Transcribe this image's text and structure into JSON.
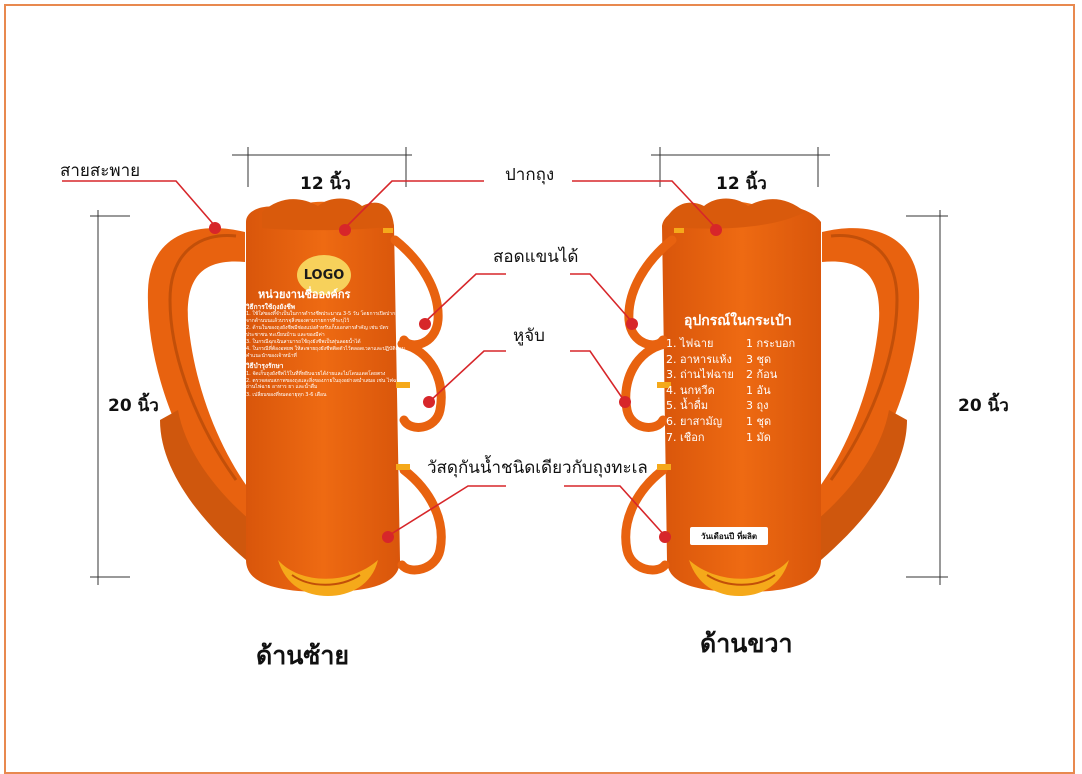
{
  "callouts": {
    "strap": "สายสะพาย",
    "mouth": "ปากถุง",
    "arm_loop": "สอดแขนได้",
    "clip_ear": "หูจับ",
    "material": "วัสดุกันน้ำชนิดเดียวกับถุงทะเล"
  },
  "dimensions": {
    "width_left": "12 นิ้ว",
    "width_right": "12 นิ้ว",
    "height_left": "20 นิ้ว",
    "height_right": "20 นิ้ว"
  },
  "sides": {
    "left": "ด้านซ้าย",
    "right": "ด้านขวา"
  },
  "left_bag": {
    "logo": "LOGO",
    "org_name": "หน่วยงานชื่อองค์กร",
    "section1_title": "วิธีการใช้ถุงยังชีพ",
    "section1_items": [
      "1. ใช้ใส่ของที่จำเป็นในการดำรงชีพประมาณ 3-5 วัน โดยการเปิดปากถุงจากด้านบนแล้วบรรจุสิ่งของตามรายการที่ระบุไว้",
      "2. ด้านในของถุงยังชีพมีช่องแบ่งสำหรับเก็บเอกสารสำคัญ เช่น บัตรประชาชน ทะเบียนบ้าน และของมีค่า",
      "3. ในกรณีฉุกเฉินสามารถใช้ถุงยังชีพเป็นทุ่นลอยน้ำได้",
      "4. ในกรณีที่ต้องอพยพ ให้สะพายถุงยังชีพติดตัวไว้ตลอดเวลาและปฏิบัติตามคำแนะนำของเจ้าหน้าที่"
    ],
    "section2_title": "วิธีบำรุงรักษา",
    "section2_items": [
      "1. จัดเก็บถุงยังชีพไว้ในที่ที่หยิบฉวยได้ง่ายและไม่โดนแดดโดยตรง",
      "2. ตรวจสอบสภาพของถุงและสิ่งของภายในถุงอย่างสม่ำเสมอ เช่น ไฟฉาย ถ่านไฟฉาย อาหาร ยา และน้ำดื่ม",
      "3. เปลี่ยนของที่หมดอายุทุก 3-6 เดือน"
    ]
  },
  "right_bag": {
    "title": "อุปกรณ์ในกระเป๋า",
    "items": [
      {
        "no": "1.",
        "item": "ไฟฉาย",
        "qty": "1 กระบอก"
      },
      {
        "no": "2.",
        "item": "อาหารแห้ง",
        "qty": "3 ชุด"
      },
      {
        "no": "3.",
        "item": "ถ่านไฟฉาย",
        "qty": "2 ก้อน"
      },
      {
        "no": "4.",
        "item": "นกหวีด",
        "qty": "1 อัน"
      },
      {
        "no": "5.",
        "item": "น้ำดื่ม",
        "qty": "3 ถุง"
      },
      {
        "no": "6.",
        "item": "ยาสามัญ",
        "qty": "1 ชุด"
      },
      {
        "no": "7.",
        "item": "เชือก",
        "qty": "1 มัด"
      }
    ],
    "date_label": "วันเดือนปี ที่ผลิต"
  },
  "colors": {
    "bag_orange": "#e8620f",
    "bag_dark": "#c24f09",
    "accent_yellow": "#f5a91a",
    "callout_red": "#d7262a",
    "frame": "#e8894f"
  }
}
